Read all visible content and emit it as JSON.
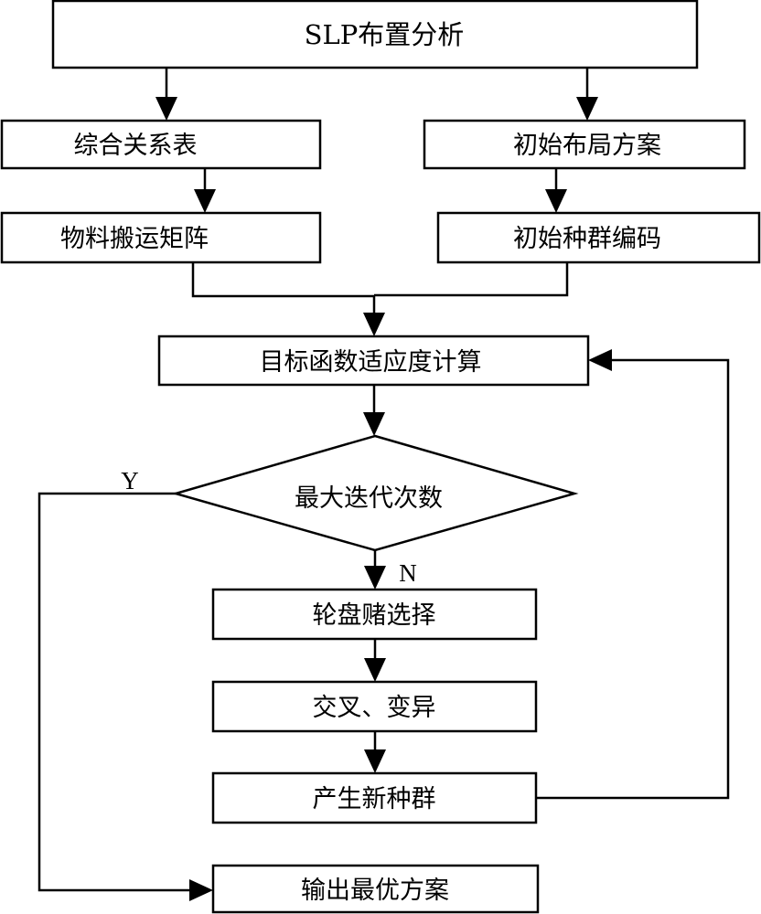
{
  "diagram": {
    "type": "flowchart",
    "colors": {
      "stroke": "#000000",
      "fill": "#ffffff",
      "text": "#000000"
    },
    "nodes": [
      {
        "id": "slp",
        "shape": "rect",
        "label": "SLP布置分析"
      },
      {
        "id": "relation",
        "shape": "rect",
        "label": "综合关系表"
      },
      {
        "id": "init_layout",
        "shape": "rect",
        "label": "初始布局方案"
      },
      {
        "id": "material",
        "shape": "rect",
        "label": "物料搬运矩阵"
      },
      {
        "id": "encoding",
        "shape": "rect",
        "label": "初始种群编码"
      },
      {
        "id": "fitness",
        "shape": "rect",
        "label": "目标函数适应度计算"
      },
      {
        "id": "max_iter",
        "shape": "diamond",
        "label": "最大迭代次数"
      },
      {
        "id": "roulette",
        "shape": "rect",
        "label": "轮盘赌选择"
      },
      {
        "id": "crossover",
        "shape": "rect",
        "label": "交叉、变异"
      },
      {
        "id": "new_pop",
        "shape": "rect",
        "label": "产生新种群"
      },
      {
        "id": "output",
        "shape": "rect",
        "label": "输出最优方案"
      }
    ],
    "edges": [
      {
        "from": "slp",
        "to": "relation",
        "label": ""
      },
      {
        "from": "slp",
        "to": "init_layout",
        "label": ""
      },
      {
        "from": "relation",
        "to": "material",
        "label": ""
      },
      {
        "from": "init_layout",
        "to": "encoding",
        "label": ""
      },
      {
        "from": "material",
        "to": "fitness",
        "label": ""
      },
      {
        "from": "encoding",
        "to": "fitness",
        "label": ""
      },
      {
        "from": "fitness",
        "to": "max_iter",
        "label": ""
      },
      {
        "from": "max_iter",
        "to": "roulette",
        "label": "N"
      },
      {
        "from": "max_iter",
        "to": "output",
        "label": "Y"
      },
      {
        "from": "roulette",
        "to": "crossover",
        "label": ""
      },
      {
        "from": "crossover",
        "to": "new_pop",
        "label": ""
      },
      {
        "from": "new_pop",
        "to": "fitness",
        "label": ""
      }
    ]
  }
}
